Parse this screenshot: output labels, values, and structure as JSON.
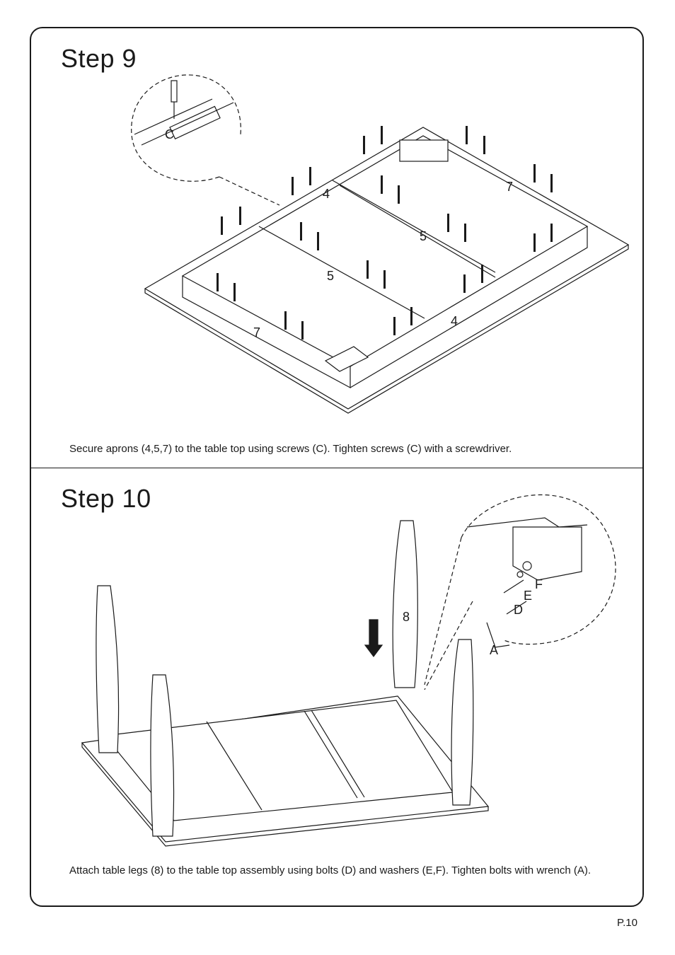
{
  "steps": [
    {
      "title": "Step  9",
      "instruction": "Secure aprons (4,5,7) to the table top using screws (C). Tighten screws (C) with a screwdriver.",
      "labels": {
        "screw": "C",
        "apron_4a": "4",
        "apron_4b": "4",
        "apron_5a": "5",
        "apron_5b": "5",
        "apron_7a": "7",
        "apron_7b": "7"
      }
    },
    {
      "title": "Step  10",
      "instruction": "Attach table legs (8) to the table top assembly using bolts (D) and washers (E,F). Tighten bolts with wrench (A).",
      "labels": {
        "leg": "8",
        "washer_f": "F",
        "washer_e": "E",
        "bolt": "D",
        "wrench": "A"
      }
    }
  ],
  "page_number": "P.10"
}
